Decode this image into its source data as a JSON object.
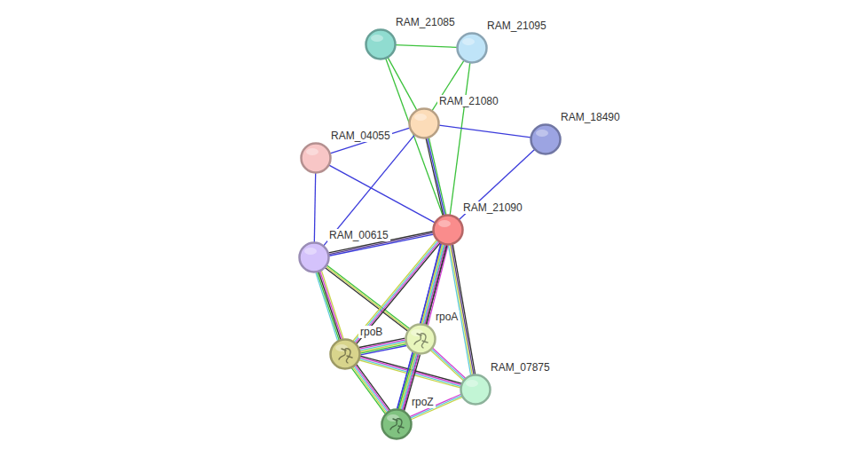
{
  "diagram": {
    "nodes": [
      {
        "text": [
          "RAM_21085"
        ]
      },
      {
        "text": [
          "RAM_21095"
        ]
      },
      {
        "text": [
          "RAM_21080"
        ]
      },
      {
        "text": [
          "RAM_18490"
        ]
      },
      {
        "text": [
          "RAM_04055"
        ]
      },
      {
        "text": [
          "RAM_21090"
        ]
      },
      {
        "text": [
          "RAM_00615"
        ]
      },
      {
        "text": [
          "rpoA"
        ]
      },
      {
        "text": [
          "rpoB"
        ]
      },
      {
        "text": [
          "RAM_07875"
        ]
      },
      {
        "text": [
          "rpoZ"
        ]
      }
    ],
    "edges": [
      {
        "from": 0,
        "to": 1,
        "arrow": "none"
      },
      {
        "from": 0,
        "to": 2,
        "arrow": "none"
      },
      {
        "from": 0,
        "to": 5,
        "arrow": "none"
      },
      {
        "from": 1,
        "to": 2,
        "arrow": "none"
      },
      {
        "from": 1,
        "to": 5,
        "arrow": "none"
      },
      {
        "from": 2,
        "to": 5,
        "arrow": "none"
      },
      {
        "from": 2,
        "to": 4,
        "arrow": "none"
      },
      {
        "from": 2,
        "to": 3,
        "arrow": "none"
      },
      {
        "from": 2,
        "to": 6,
        "arrow": "none"
      },
      {
        "from": 3,
        "to": 5,
        "arrow": "none"
      },
      {
        "from": 4,
        "to": 5,
        "arrow": "none"
      },
      {
        "from": 4,
        "to": 6,
        "arrow": "none"
      },
      {
        "from": 6,
        "to": 5,
        "arrow": "none"
      },
      {
        "from": 6,
        "to": 8,
        "arrow": "none"
      },
      {
        "from": 6,
        "to": 7,
        "arrow": "none"
      },
      {
        "from": 5,
        "to": 8,
        "arrow": "none"
      },
      {
        "from": 5,
        "to": 7,
        "arrow": "none"
      },
      {
        "from": 5,
        "to": 10,
        "arrow": "none"
      },
      {
        "from": 5,
        "to": 9,
        "arrow": "none"
      },
      {
        "from": 8,
        "to": 7,
        "arrow": "none"
      },
      {
        "from": 8,
        "to": 9,
        "arrow": "none"
      },
      {
        "from": 8,
        "to": 10,
        "arrow": "none"
      },
      {
        "from": 7,
        "to": 9,
        "arrow": "none"
      },
      {
        "from": 7,
        "to": 10,
        "arrow": "none"
      },
      {
        "from": 10,
        "to": 9,
        "arrow": "none"
      }
    ]
  }
}
